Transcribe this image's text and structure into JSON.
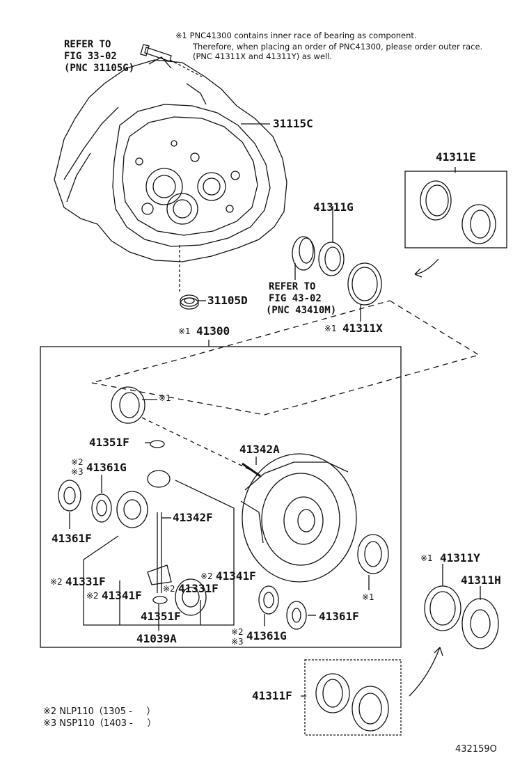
{
  "notes": {
    "note1_line1": "※1 PNC41300 contains inner race of bearing as component.",
    "note1_line2": "Therefore, when placing an order of PNC41300, please order outer race.",
    "note1_line3": "(PNC 41311X and 41311Y) as well."
  },
  "refs": {
    "ref_top": [
      "REFER TO",
      "FIG 33-02",
      "(PNC 31105G)"
    ],
    "ref_mid": [
      "REFER TO",
      "FIG 43-02",
      "(PNC 43410M)"
    ]
  },
  "marks": {
    "m1": "※1",
    "m2": "※2",
    "m3": "※3"
  },
  "parts": {
    "p31115C": "31115C",
    "p41311E": "41311E",
    "p41311G": "41311G",
    "p31105D": "31105D",
    "p41311X": "41311X",
    "p41300": "41300",
    "p41351F_top": "41351F",
    "p41342A": "41342A",
    "p41361G_top": "41361G",
    "p41361F_left": "41361F",
    "p41342F": "41342F",
    "p41331F_left": "41331F",
    "p41341F_right": "41341F",
    "p41341F_bottom": "41341F",
    "p41331F_right": "41331F",
    "p41351F_bottom": "41351F",
    "p41039A": "41039A",
    "p41311Y": "41311Y",
    "p41311H": "41311H",
    "p41361F_right": "41361F",
    "p41361G_bottom": "41361G",
    "p41311F": "41311F"
  },
  "footnotes": {
    "f2": "※2 NLP110（1305 -     ）",
    "f3": "※3 NSP110（1403 -     ）"
  },
  "figure_id": "432159O"
}
